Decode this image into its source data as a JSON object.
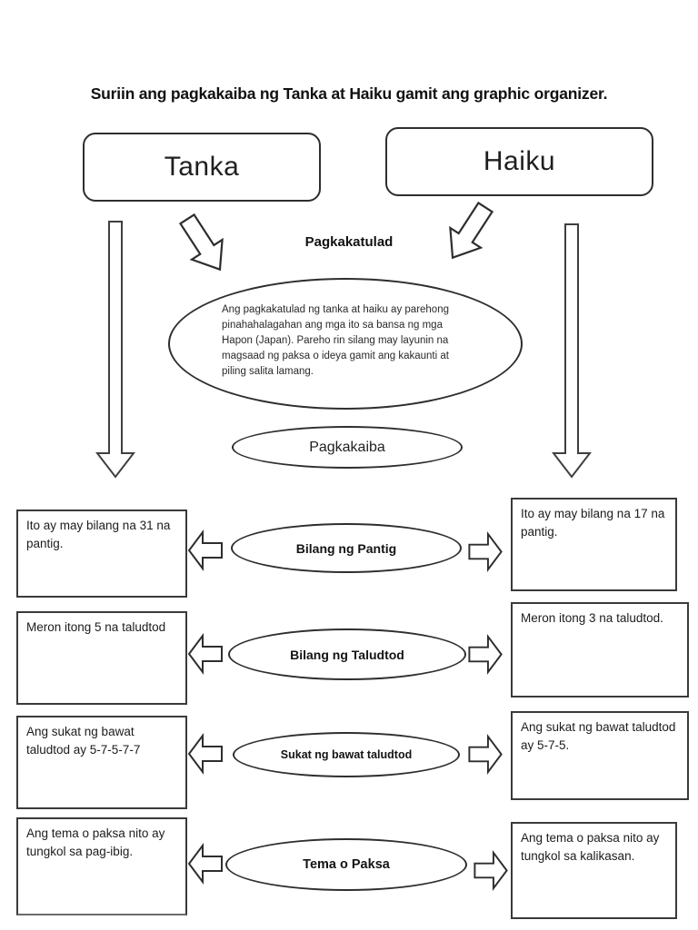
{
  "title": "Suriin ang pagkakaiba ng Tanka at Haiku gamit ang graphic organizer.",
  "columns": {
    "left": "Tanka",
    "right": "Haiku"
  },
  "similarities": {
    "label": "Pagkakatulad",
    "text": "Ang pagkakatulad ng tanka at haiku ay parehong pinahahalagahan ang mga ito sa bansa ng mga Hapon (Japan). Pareho rin silang may layunin na magsaad ng paksa o ideya gamit ang kakaunti at piling salita lamang."
  },
  "differences": {
    "label": "Pagkakaiba",
    "rows": [
      {
        "category": "Bilang ng Pantig",
        "tanka": "Ito ay may bilang na 31 na pantig.",
        "haiku": "Ito ay may bilang na 17 na pantig."
      },
      {
        "category": "Bilang ng Taludtod",
        "tanka": "Meron itong 5 na taludtod",
        "haiku": "Meron itong 3 na taludtod."
      },
      {
        "category": "Sukat ng bawat taludtod",
        "tanka": "Ang sukat ng bawat taludtod ay 5-7-5-7-7",
        "haiku": "Ang sukat ng bawat taludtod ay 5-7-5."
      },
      {
        "category": "Tema o Paksa",
        "tanka": "Ang tema o paksa nito ay tungkol sa pag-ibig.",
        "haiku": "Ang tema o paksa nito ay tungkol sa kalikasan."
      }
    ]
  },
  "colors": {
    "ink": "#1c1c1c",
    "stroke": "#3a3a3a",
    "background": "#ffffff"
  }
}
